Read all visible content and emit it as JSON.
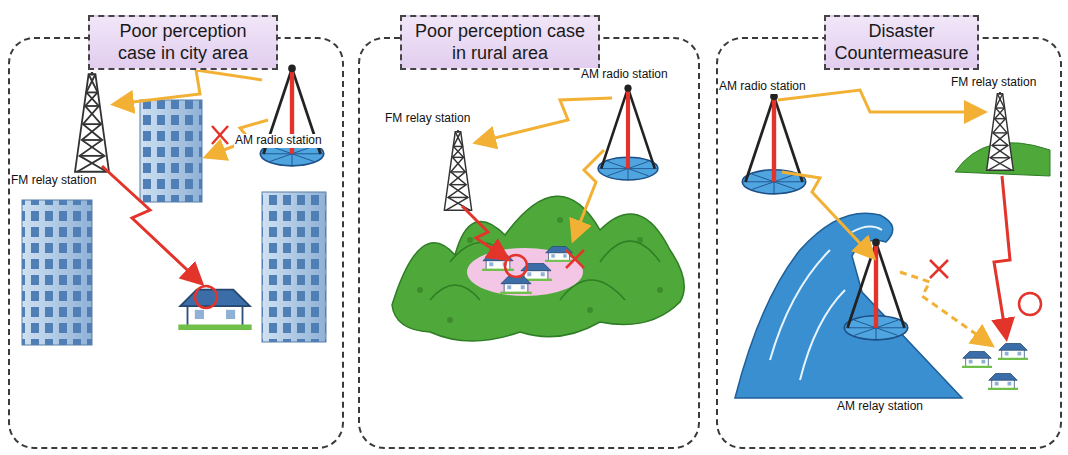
{
  "diagram": {
    "nodes": [
      {
        "text": [
          "Poor perception case in city area"
        ]
      },
      {
        "text": [
          "Poor perception case in rural area"
        ]
      },
      {
        "text": [
          "Disaster Countermeasure"
        ]
      }
    ],
    "labels": [
      "FM relay station",
      "AM radio station",
      "AM radio station",
      "FM relay station",
      "AM radio station",
      "FM relay station",
      "AM relay station"
    ]
  }
}
